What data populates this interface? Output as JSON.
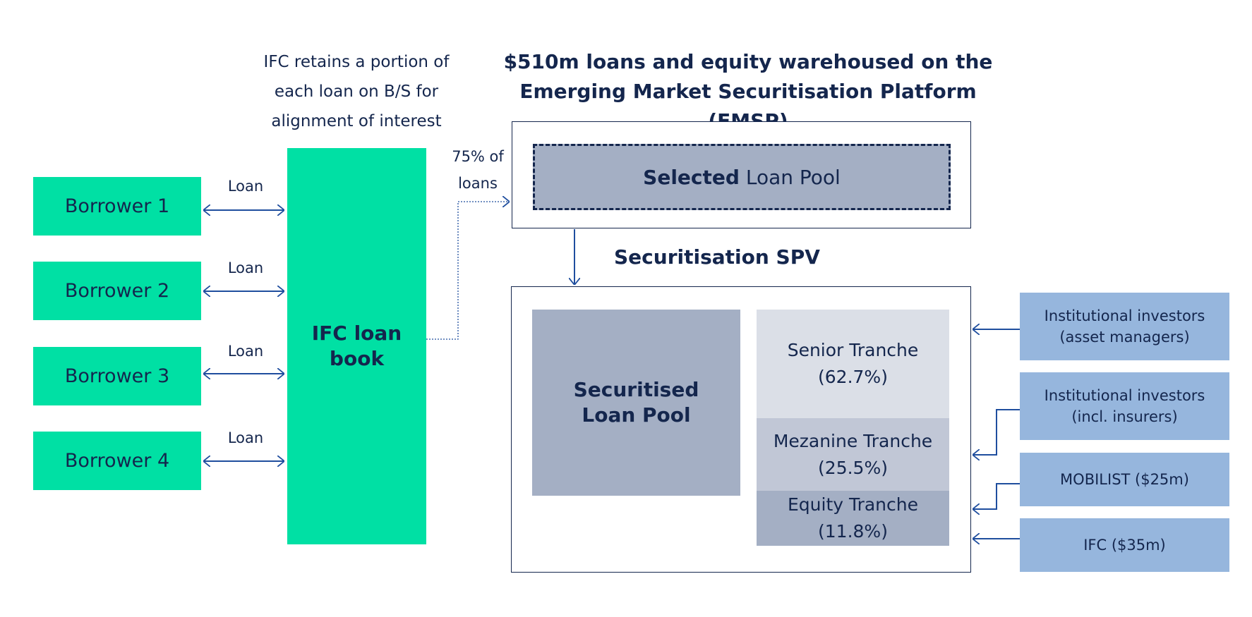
{
  "borrowers": [
    "Borrower 1",
    "Borrower 2",
    "Borrower 3",
    "Borrower 4"
  ],
  "loan_label": "Loan",
  "ifc_loan_book": {
    "line1": "IFC loan",
    "line2": "book"
  },
  "retain_note": {
    "line1": "IFC retains a portion of",
    "line2": "each loan on B/S for",
    "line3": "alignment of interest"
  },
  "pct_note": {
    "line1": "75% of",
    "line2": "loans"
  },
  "emsp_title": {
    "line1": "$510m loans and equity warehoused on the",
    "line2": "Emerging Market Securitisation Platform (EMSP)"
  },
  "selected_pool": {
    "bold": "Selected",
    "rest": " Loan Pool"
  },
  "spv_title": "Securitisation SPV",
  "securitised_pool": {
    "line1": "Securitised",
    "line2": "Loan Pool"
  },
  "tranches": {
    "senior": {
      "name": "Senior Tranche",
      "pct": "(62.7%)"
    },
    "mezanine": {
      "name": "Mezanine Tranche",
      "pct": "(25.5%)"
    },
    "equity": {
      "name": "Equity Tranche",
      "pct": "(11.8%)"
    }
  },
  "investors": {
    "asset_managers": {
      "line1": "Institutional investors",
      "line2": "(asset managers)"
    },
    "insurers": {
      "line1": "Institutional investors",
      "line2": "(incl. insurers)"
    },
    "mobilist": "MOBILIST ($25m)",
    "ifc": "IFC ($35m)"
  },
  "colors": {
    "green": "#00e0a4",
    "navy": "#14264d",
    "arrow_blue": "#1f4e9e",
    "pool_grey": "#a4afc4",
    "senior": "#dbdfe7",
    "mezanine": "#c1c7d6",
    "equity": "#a4afc4",
    "investor_blue": "#96b6dd"
  }
}
